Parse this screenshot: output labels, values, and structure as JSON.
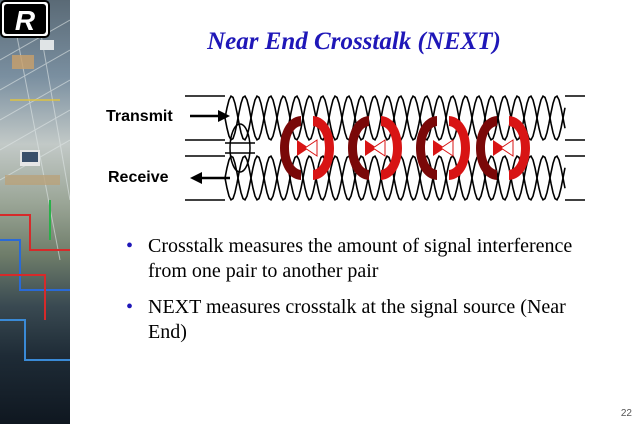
{
  "slide": {
    "title": "Near End Crosstalk (NEXT)",
    "page_number": "22"
  },
  "diagram": {
    "transmit_label": "Transmit",
    "receive_label": "Receive"
  },
  "bullets": [
    "Crosstalk measures the amount of signal interference from one pair to another pair",
    "NEXT measures crosstalk at the signal source (Near End)"
  ],
  "colors": {
    "title": "#1f17b8",
    "arrow_red": "#d81414",
    "arrow_dark": "#7a0808"
  },
  "logo": {
    "letter": "R"
  }
}
